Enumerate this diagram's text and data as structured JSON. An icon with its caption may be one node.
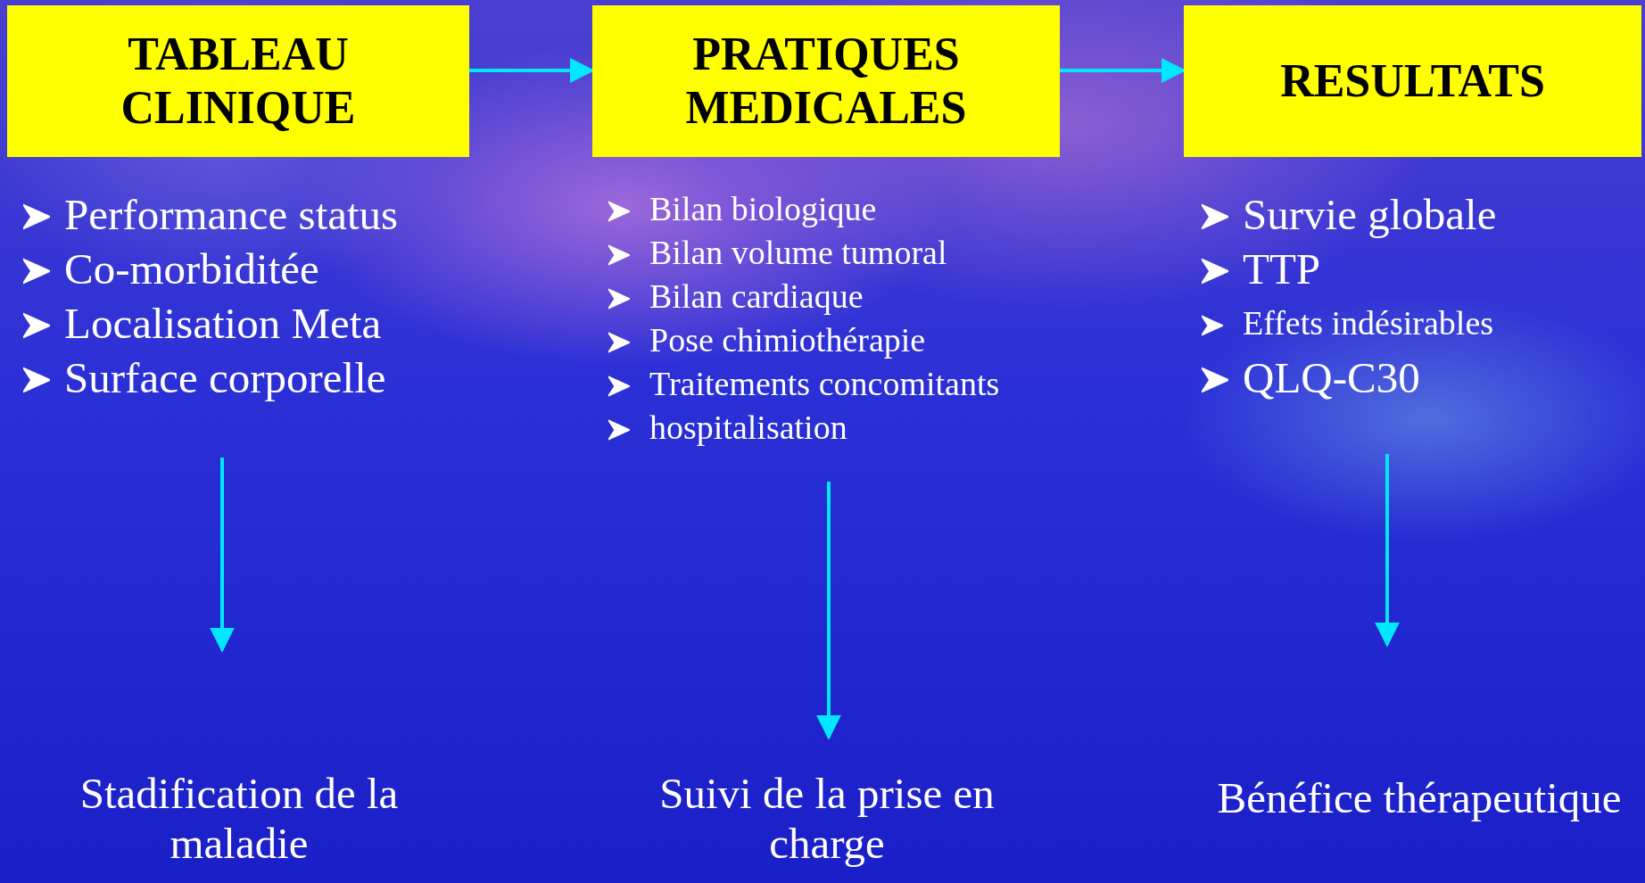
{
  "diagram": {
    "nodes": [
      {
        "text": [
          "TABLEAU CLINIQUE"
        ]
      },
      {
        "text": [
          "PRATIQUES MEDICALES"
        ]
      },
      {
        "text": [
          "RESULTATS"
        ]
      },
      {
        "text": [
          "Performance status",
          "Co-morbiditée",
          "Localisation Meta",
          "Surface corporelle"
        ]
      },
      {
        "text": [
          "Bilan biologique",
          "Bilan volume tumoral",
          "Bilan cardiaque",
          "Pose chimiothérapie",
          "Traitements concomitants",
          "hospitalisation"
        ]
      },
      {
        "text": [
          "Survie globale",
          "TTP",
          "Effets indésirables",
          "QLQ-C30"
        ]
      },
      {
        "text": [
          "Stadification de la maladie"
        ]
      },
      {
        "text": [
          "Suivi de la prise en charge"
        ]
      },
      {
        "text": [
          "Bénéfice thérapeutique"
        ]
      }
    ],
    "edges": [
      {
        "from": 0,
        "to": 1,
        "arrow": "to"
      },
      {
        "from": 1,
        "to": 2,
        "arrow": "to"
      },
      {
        "from": 3,
        "to": 6,
        "arrow": "to"
      },
      {
        "from": 4,
        "to": 7,
        "arrow": "to"
      },
      {
        "from": 5,
        "to": 8,
        "arrow": "to"
      }
    ]
  }
}
